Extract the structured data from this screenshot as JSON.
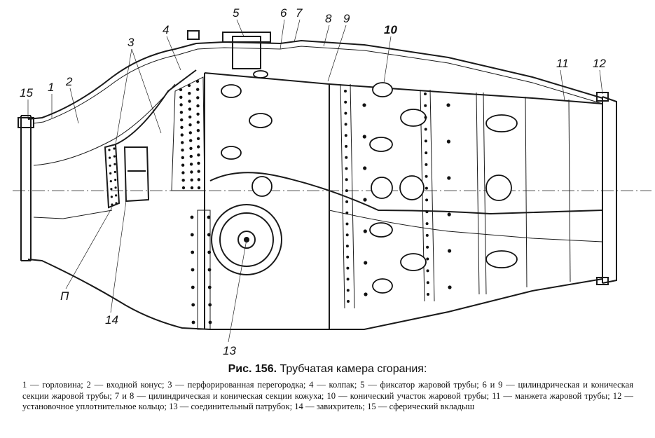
{
  "figure": {
    "callouts": [
      "1",
      "2",
      "3",
      "4",
      "5",
      "6",
      "7",
      "8",
      "9",
      "10",
      "11",
      "12",
      "13",
      "14",
      "15",
      "П"
    ],
    "caption_number": "Рис. 156.",
    "caption_title": "Трубчатая камера сгорания:",
    "legend": "1 — горловина; 2 — входной конус; 3 — перфорированная перегородка; 4 — колпак; 5 — фиксатор жаровой трубы; 6 и 9 — цилиндрическая и коническая секции жаровой трубы; 7 и 8 — цилиндрическая и коническая секции кожуха; 10 — конический участок жаровой трубы; 11 — манжета жаровой трубы; 12 — установочное уплотнительное кольцо; 13 — соединительный патрубок; 14 — завихритель; 15 — сферический вкладыш"
  }
}
